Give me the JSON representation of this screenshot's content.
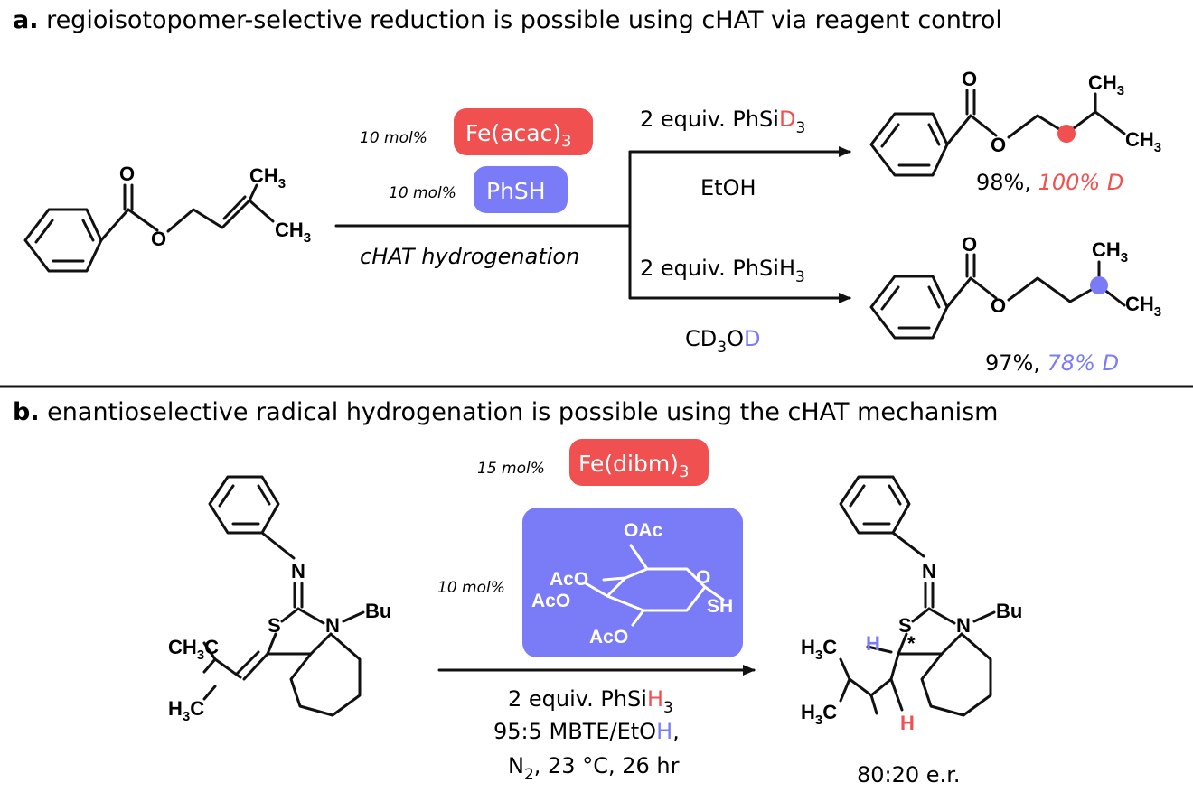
{
  "colors": {
    "red": "#f05050",
    "blue": "#7a7cf7",
    "ink": "#111111"
  },
  "panel_a": {
    "heading_letter": "a.",
    "heading_text": " regioisotopomer-selective reduction is possible using cHAT via reagent control",
    "loading_fe": "10 mol%",
    "fe_pre": "Fe(acac)",
    "fe_sub": "3",
    "loading_thiol": "10 mol%",
    "thiol": "PhSH",
    "condition_below": "cHAT hydrogenation",
    "top_reagent_pre": "2 equiv. PhSi",
    "top_reagent_iso": "D",
    "top_reagent_sub": "3",
    "top_solvent": "EtOH",
    "bottom_reagent_pre": "2 equiv. PhSiH",
    "bottom_reagent_sub": "3",
    "bottom_solvent_pre": "CD",
    "bottom_solvent_sub": "3",
    "bottom_solvent_mid": "O",
    "bottom_solvent_iso": "D",
    "top_yield": "98%, ",
    "top_d": "100% D",
    "bottom_yield": "97%, ",
    "bottom_d": "78% D"
  },
  "panel_b": {
    "heading_letter": "b.",
    "heading_text": " enantioselective radical hydrogenation is possible using the cHAT mechanism",
    "loading_fe": "15 mol%",
    "fe_pre": "Fe(dibm)",
    "fe_sub": "3",
    "loading_thiol": "10 mol%",
    "line1_pre": "2 equiv. PhSi",
    "line1_iso": "H",
    "line1_sub": "3",
    "line2_pre": "95:5 MBTE/EtO",
    "line2_iso": "H",
    "line2_post": ",",
    "line3_pre": "N",
    "line3_sub": "2",
    "line3_post": ", 23 °C, 26 hr",
    "product_er": "80:20 e.r."
  },
  "atoms": {
    "O": "O",
    "N": "N",
    "S": "S",
    "Bu": "Bu",
    "C": "C",
    "H": "H",
    "CH": "CH",
    "three": "3",
    "star": "*",
    "OAc": "OAc",
    "AcO": "AcO",
    "SH": "SH"
  }
}
